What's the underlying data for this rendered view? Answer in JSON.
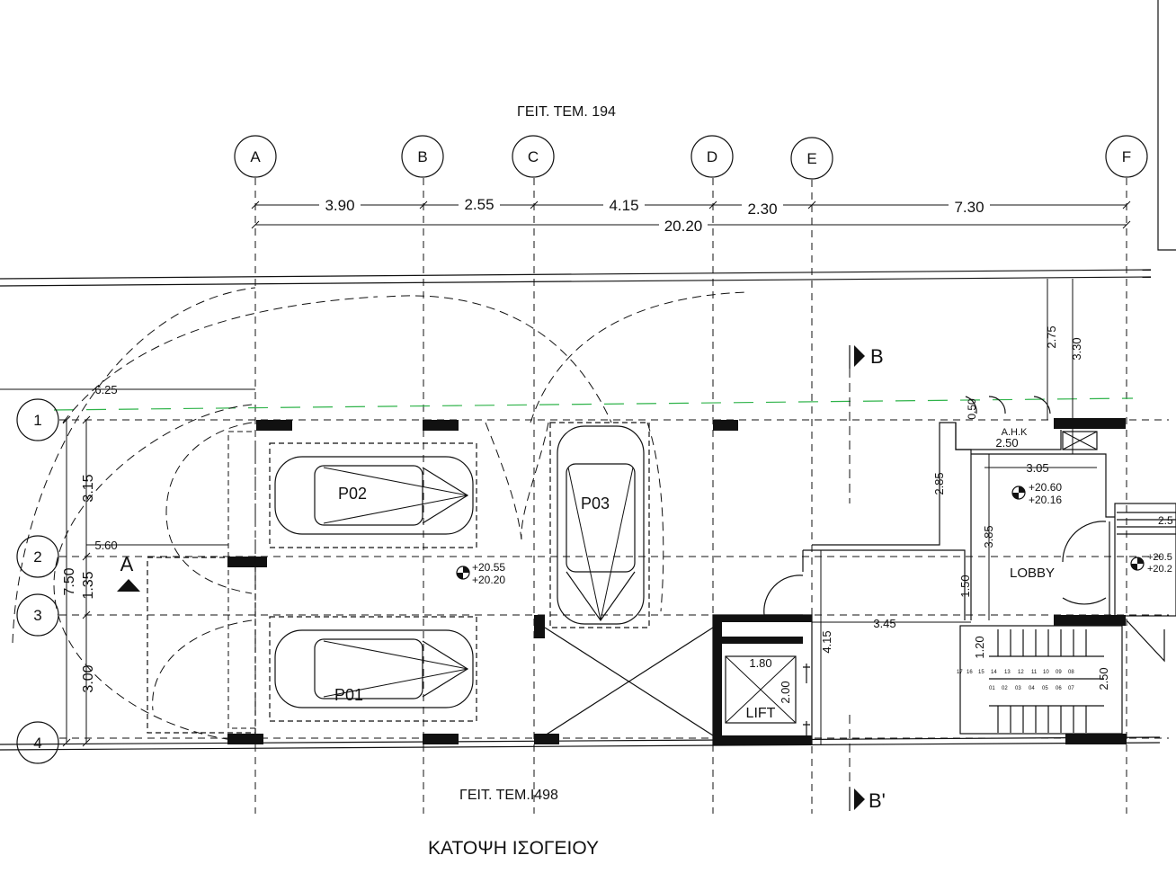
{
  "title": "ΚΑΤΟΨΗ ΙΣΟΓΕΙΟΥ",
  "neighbor_top": "ΓΕΙΤ. ΤΕΜ. 194",
  "neighbor_bottom": "ΓΕΙΤ. ΤΕΜ.Ι498",
  "grid_columns": [
    "A",
    "B",
    "C",
    "D",
    "E",
    "F"
  ],
  "grid_rows": [
    "1",
    "2",
    "3",
    "4"
  ],
  "dims_top": [
    "3.90",
    "2.55",
    "4.15",
    "2.30",
    "7.30"
  ],
  "dim_total": "20.20",
  "dims_left": [
    "3.15",
    "1.35",
    "3.00"
  ],
  "dim_left_total": "7.50",
  "dim_625": "6.25",
  "dim_560": "5.60",
  "parking": [
    "P02",
    "P01",
    "P03"
  ],
  "level_parking": [
    "+20.55",
    "+20.20"
  ],
  "level_lobby": [
    "+20.60",
    "+20.16"
  ],
  "level_right": [
    "+20.5",
    "+20.2"
  ],
  "lobby": "LOBBY",
  "ahk": "A.H.K",
  "lift": "LIFT",
  "section_a": "A",
  "section_b": "B",
  "section_b2": "B'",
  "room_dims": {
    "d050": "0.50",
    "d250": "2.50",
    "d305": "3.05",
    "d285": "2.85",
    "d385": "3.85",
    "d150": "1.50",
    "d345": "3.45",
    "d415": "4.15",
    "d120": "1.20",
    "d180": "1.80",
    "d200": "2.00",
    "d250b": "2.50",
    "d275": "2.75",
    "d330": "3.30",
    "d25r": "2.5"
  },
  "stairs_top": [
    "17",
    "16",
    "15",
    "14",
    "13",
    "12",
    "11",
    "10",
    "09",
    "08"
  ],
  "stairs_bottom": [
    "01",
    "02",
    "03",
    "04",
    "05",
    "06",
    "07"
  ],
  "colors": {
    "line": "#111111",
    "property_line": "#2fb34a"
  }
}
